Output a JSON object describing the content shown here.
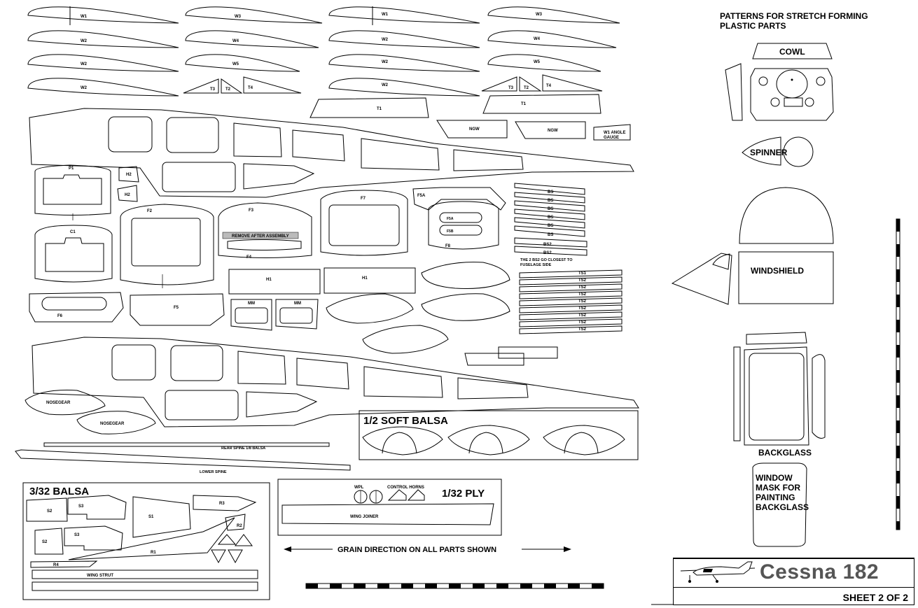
{
  "header": {
    "title_line1": "PATTERNS FOR STRETCH FORMING",
    "title_line2": "PLASTIC PARTS"
  },
  "plastic_parts": {
    "cowl": "COWL",
    "spinner": "SPINNER",
    "windshield": "WINDSHIELD",
    "backglass": "BACKGLASS",
    "window_mask": [
      "WINDOW",
      "MASK FOR",
      "PAINTING",
      "BACKGLASS"
    ]
  },
  "ribs": {
    "left_col1": [
      "W1",
      "W2",
      "W2",
      "W2"
    ],
    "left_col2": [
      "W3",
      "W4",
      "W5"
    ],
    "right_col1": [
      "W1",
      "W2",
      "W2",
      "W2"
    ],
    "right_col2": [
      "W3",
      "W4",
      "W5"
    ],
    "tail_left": [
      "T3",
      "T2",
      "T4"
    ],
    "tail_right": [
      "T3",
      "T2",
      "T4"
    ],
    "t1": "T1"
  },
  "parts": {
    "ngw": "NGW",
    "w1_gauge": [
      "W1 ANGLE",
      "GAUGE"
    ],
    "p1": "P1",
    "h2": "H2",
    "c1": "C1",
    "f2": "F2",
    "f3": "F3",
    "remove_note": "REMOVE AFTER ASSEMBLY",
    "f4": "F4",
    "f7": "F7",
    "f5a": "F5A",
    "f5b": "F5B",
    "f8": "F8",
    "f6": "F6",
    "f5": "F5",
    "h1": "H1",
    "mm": "MM",
    "bs": [
      "BS",
      "BS",
      "BS",
      "BS",
      "BS",
      "BS",
      "BS2",
      "BS2"
    ],
    "bs_note": [
      "THE 2 BS2 GO CLOSEST TO",
      "FUSELAGE SIDE"
    ],
    "ts": [
      "TS1",
      "TS2",
      "TS2",
      "TS2",
      "TS2",
      "TS2",
      "TS2",
      "TS2",
      "TS2"
    ],
    "nosegear": "NOSEGEAR",
    "rear_spine": "REAR SPINE 1/8 BALSA",
    "lower_spine": "LOWER SPINE"
  },
  "soft_balsa": {
    "title": "1/2 SOFT BALSA"
  },
  "balsa_332": {
    "title": "3/32 BALSA",
    "parts": [
      "S2",
      "S3",
      "S1",
      "R3",
      "R2",
      "S2",
      "S3",
      "R1",
      "R4"
    ],
    "wing_strut": "WING STRUT"
  },
  "ply_132": {
    "title": "1/32 PLY",
    "wpl": "WPL",
    "control_horns": "CONTROL HORNS",
    "wing_joiner": "WING JOINER"
  },
  "grain_note": "GRAIN DIRECTION ON ALL PARTS SHOWN",
  "title_block": {
    "model": "Cessna 182",
    "sheet": "SHEET 2 OF 2"
  }
}
